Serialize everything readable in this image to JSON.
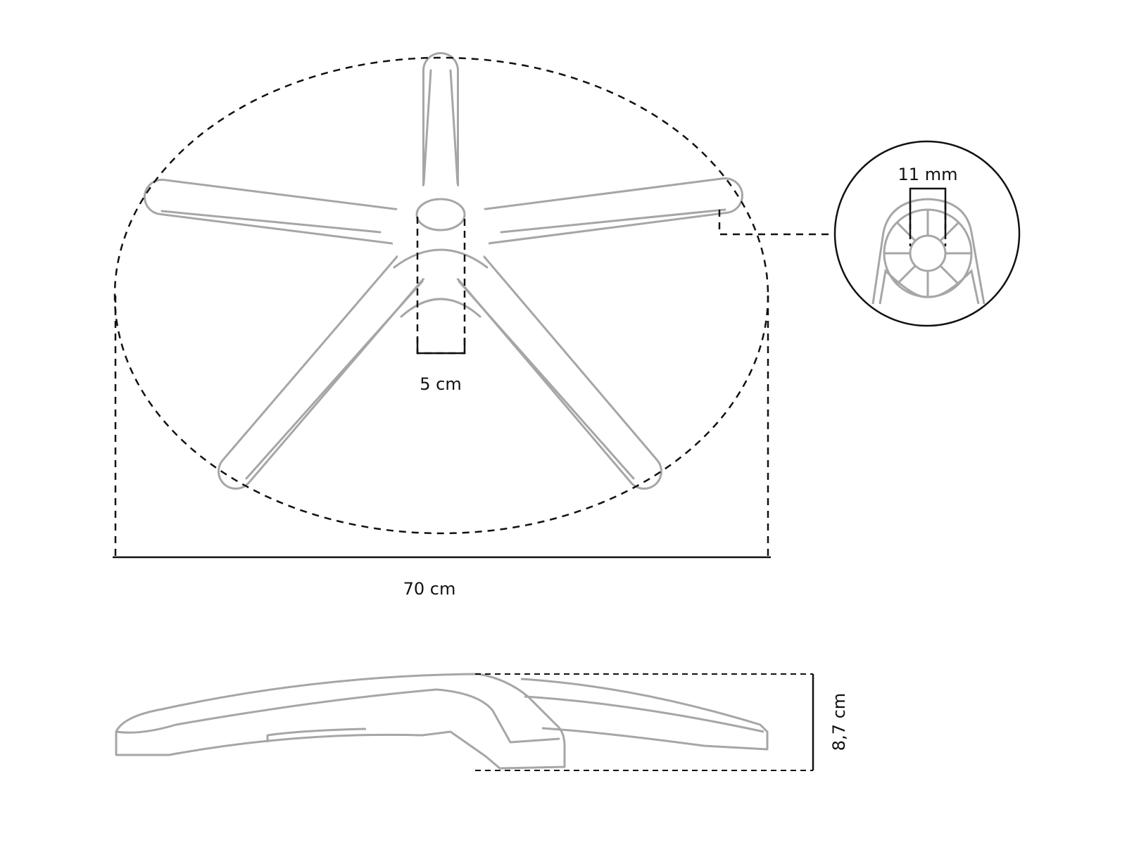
{
  "diagram": {
    "labels": {
      "hub_diameter": "5 cm",
      "overall_diameter": "70 cm",
      "detail_dimension": "11 mm",
      "height": "8,7 cm"
    },
    "colors": {
      "part_outline": "#a6a6a6",
      "dimension_line": "#111111"
    }
  }
}
